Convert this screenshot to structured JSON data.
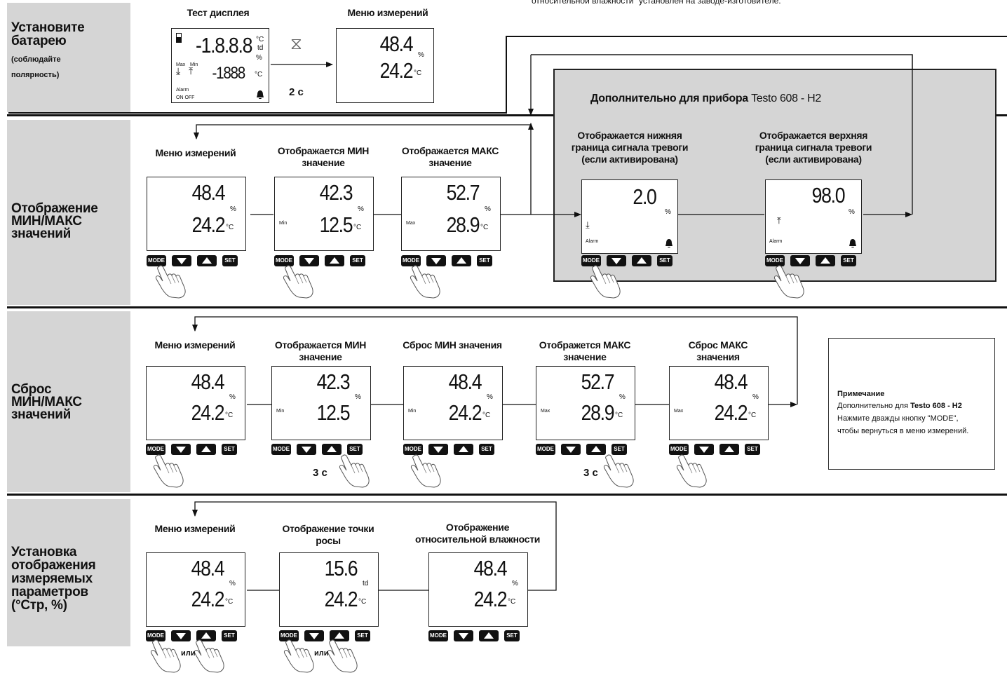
{
  "top_note": "относительной влажности\" установлен на заводе-изготовителе.",
  "sections": {
    "s1": {
      "title": "Установите батарею",
      "title_l1": "Установите",
      "title_l2": "батарею",
      "sub1": "(соблюдайте",
      "sub2": "полярность)"
    },
    "s2": {
      "title_l1": "Отображение",
      "title_l2": "МИН/МАКС",
      "title_l3": "значений"
    },
    "s3": {
      "title_l1": "Сброс",
      "title_l2": "МИН/МАКС",
      "title_l3": "значений"
    },
    "s4": {
      "title_l1": "Установка",
      "title_l2": "отображения",
      "title_l3": "измеряемых",
      "title_l4": "параметров",
      "title_l5": "(°Стр, %)"
    }
  },
  "row1": {
    "test_caption": "Тест дисплея",
    "test_big1": "-1.8.8.8",
    "test_big2": "-1888",
    "test_units_c": "°C",
    "test_units_td": "td",
    "test_units_pct": "%",
    "test_units_c2": "°C",
    "test_max": "Max",
    "test_min": "Min",
    "test_alarm": "Alarm",
    "test_onoff": "ON   OFF",
    "hourglass": "⧖",
    "delay": "2 с",
    "menu_caption": "Меню измерений",
    "menu_v1": "48.4",
    "menu_v2": "24.2",
    "pct": "%",
    "degc": "°C"
  },
  "row2": {
    "h2_title_bold": "Дополнительно для прибора",
    "h2_title_model": "Testo 608 - H2",
    "screens": [
      {
        "caption1": "Меню измерений",
        "caption2": "",
        "v1": "48.4",
        "v2": "24.2",
        "tag": ""
      },
      {
        "caption1": "Отображается МИН",
        "caption2": "значение",
        "v1": "42.3",
        "v2": "12.5",
        "tag": "Min"
      },
      {
        "caption1": "Отображается МАКС",
        "caption2": "значение",
        "v1": "52.7",
        "v2": "28.9",
        "tag": "Max"
      }
    ],
    "alarm_low": {
      "caption1": "Отображается нижняя",
      "caption2": "граница сигнала тревоги",
      "caption3": "(если активирована)",
      "v1": "2.0",
      "alarm": "Alarm"
    },
    "alarm_high": {
      "caption1": "Отображается верхняя",
      "caption2": "граница сигнала тревоги",
      "caption3": "(если активирована)",
      "v1": "98.0",
      "alarm": "Alarm"
    }
  },
  "row3": {
    "screens": [
      {
        "caption1": "Меню измерений",
        "caption2": "",
        "v1": "48.4",
        "v2": "24.2",
        "tag": "",
        "unit2": "°C"
      },
      {
        "caption1": "Отображается МИН",
        "caption2": "значение",
        "v1": "42.3",
        "v2": "12.5",
        "tag": "Min",
        "unit2": ""
      },
      {
        "caption1": "Сброс МИН значения",
        "caption2": "",
        "v1": "48.4",
        "v2": "24.2",
        "tag": "Min",
        "unit2": "°C"
      },
      {
        "caption1": "Отображется МАКС",
        "caption2": "значение",
        "v1": "52.7",
        "v2": "28.9",
        "tag": "Max",
        "unit2": "°C"
      },
      {
        "caption1": "Сброс МАКС",
        "caption2": "значения",
        "v1": "48.4",
        "v2": "24.2",
        "tag": "Max",
        "unit2": "°C"
      }
    ],
    "delay1": "3 с",
    "delay2": "3 с",
    "note_title": "Примечание",
    "note_l1_a": "Дополнительно для ",
    "note_l1_b": "Testo 608 - H2",
    "note_l2": "Нажмите дважды кнопку \"MODE\",",
    "note_l3": "чтобы вернуться в меню измерений."
  },
  "row4": {
    "screens": [
      {
        "caption1": "Меню измерений",
        "caption2": "",
        "v1": "48.4",
        "v2": "24.2",
        "u1": "%"
      },
      {
        "caption1": "Отображение точки",
        "caption2": "росы",
        "v1": "15.6",
        "v2": "24.2",
        "u1": "td"
      },
      {
        "caption1": "Отображение",
        "caption2": "относительной влажности",
        "v1": "48.4",
        "v2": "24.2",
        "u1": "%"
      }
    ],
    "or": "или"
  },
  "keys": {
    "mode": "MODE",
    "set": "SET"
  }
}
